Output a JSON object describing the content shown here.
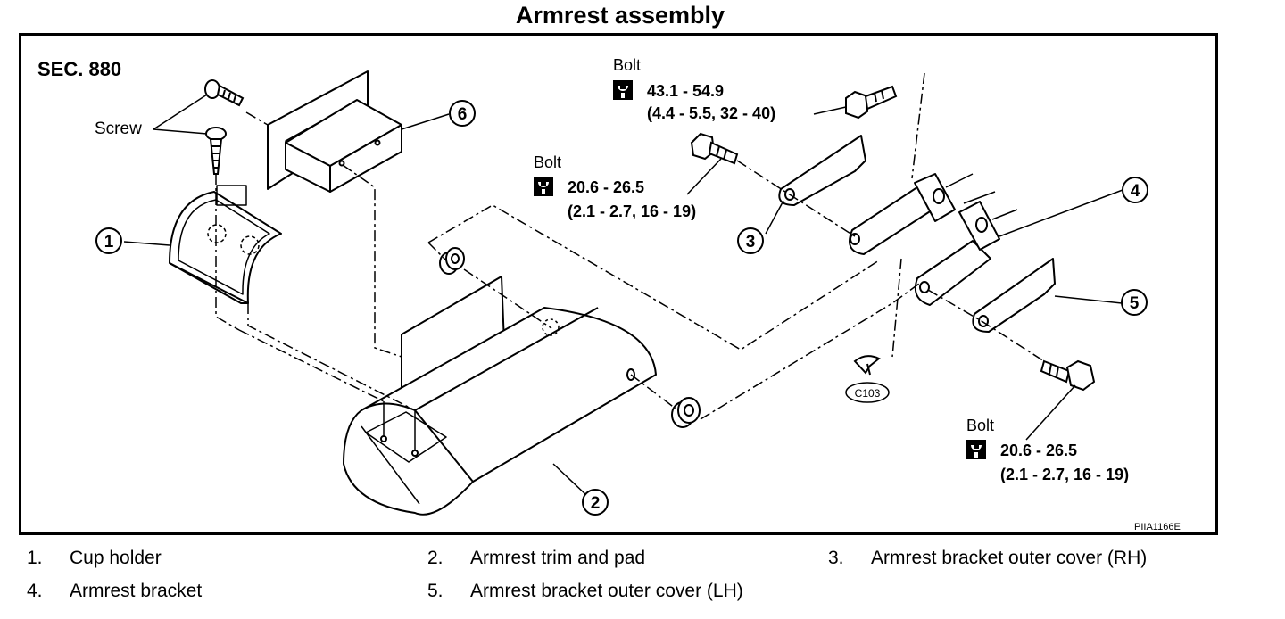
{
  "title": "Armrest assembly",
  "section": "SEC. 880",
  "image_code": "PIIA1166E",
  "clip_code": "C103",
  "callouts": [
    "1",
    "2",
    "3",
    "4",
    "5",
    "6"
  ],
  "screw_label": "Screw",
  "bolts": [
    {
      "label": "Bolt",
      "torque": "43.1 - 54.9",
      "alt": "(4.4 - 5.5, 32 - 40)"
    },
    {
      "label": "Bolt",
      "torque": "20.6 - 26.5",
      "alt": "(2.1 - 2.7, 16 - 19)"
    },
    {
      "label": "Bolt",
      "torque": "20.6 - 26.5",
      "alt": "(2.1 - 2.7, 16 - 19)"
    }
  ],
  "legend": [
    {
      "num": "1.",
      "text": "Cup holder"
    },
    {
      "num": "2.",
      "text": "Armrest trim and pad"
    },
    {
      "num": "3.",
      "text": "Armrest bracket outer cover (RH)"
    },
    {
      "num": "4.",
      "text": "Armrest bracket"
    },
    {
      "num": "5.",
      "text": "Armrest bracket outer cover (LH)"
    }
  ]
}
